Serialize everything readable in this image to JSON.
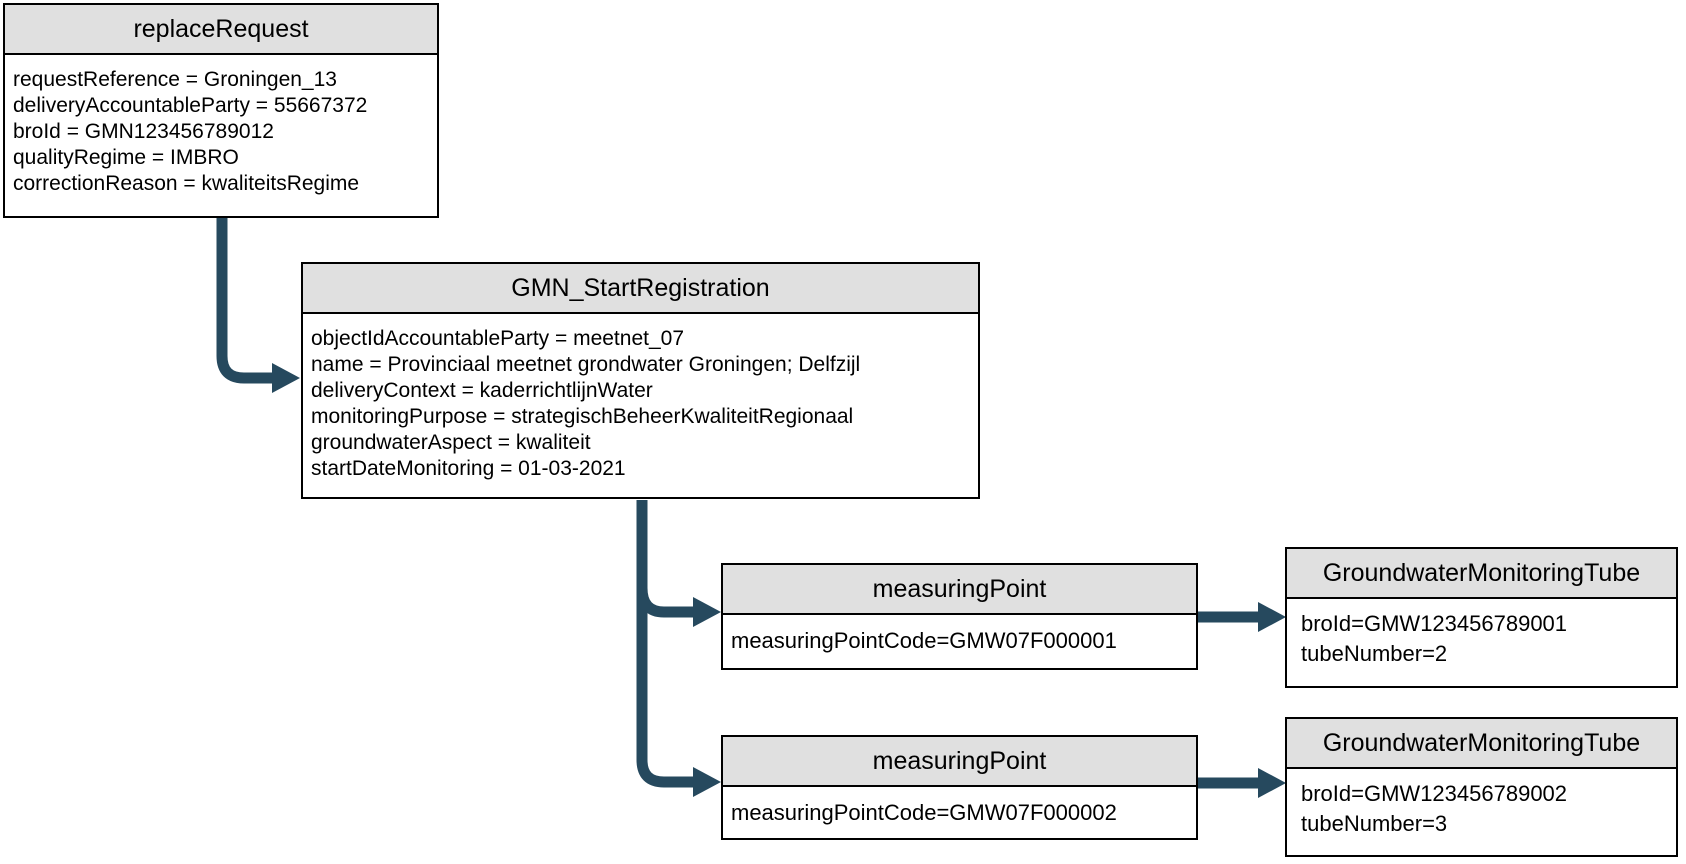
{
  "diagram": {
    "colors": {
      "accent": "#26495e",
      "header_fill": "#e0e0e0",
      "border": "#000000",
      "body_fill": "#ffffff"
    },
    "nodes": {
      "replace_request": {
        "title": "replaceRequest",
        "lines": [
          "requestReference = Groningen_13",
          "deliveryAccountableParty = 55667372",
          "broId = GMN123456789012",
          "qualityRegime = IMBRO",
          "correctionReason = kwaliteitsRegime"
        ]
      },
      "gmn_start_registration": {
        "title": "GMN_StartRegistration",
        "lines": [
          "objectIdAccountableParty = meetnet_07",
          "name = Provinciaal meetnet grondwater Groningen; Delfzijl",
          "deliveryContext = kaderrichtlijnWater",
          "monitoringPurpose = strategischBeheerKwaliteitRegionaal",
          "groundwaterAspect = kwaliteit",
          "startDateMonitoring = 01-03-2021"
        ]
      },
      "measuring_point_1": {
        "title": "measuringPoint",
        "lines": [
          "measuringPointCode=GMW07F000001"
        ]
      },
      "measuring_point_2": {
        "title": "measuringPoint",
        "lines": [
          "measuringPointCode=GMW07F000002"
        ]
      },
      "tube_1": {
        "title": "GroundwaterMonitoringTube",
        "lines": [
          "broId=GMW123456789001",
          "tubeNumber=2"
        ]
      },
      "tube_2": {
        "title": "GroundwaterMonitoringTube",
        "lines": [
          "broId=GMW123456789002",
          "tubeNumber=3"
        ]
      }
    }
  }
}
